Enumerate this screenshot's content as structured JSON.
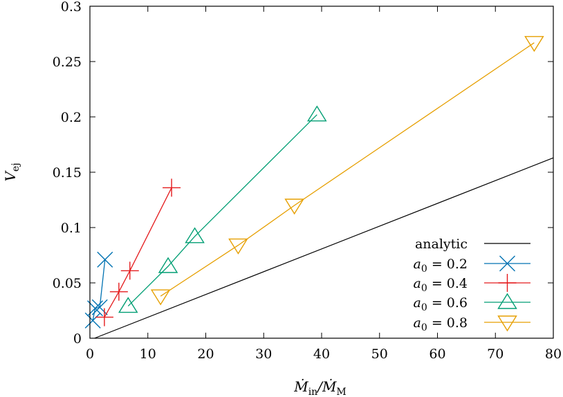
{
  "chart_data": {
    "type": "scatter",
    "xlim": [
      0,
      80
    ],
    "ylim": [
      0,
      0.3
    ],
    "x_ticks": [
      "0",
      "10",
      "20",
      "30",
      "40",
      "50",
      "60",
      "70",
      "80"
    ],
    "y_ticks": [
      "0",
      "0.05",
      "0.1",
      "0.15",
      "0.2",
      "0.25",
      "0.3"
    ],
    "x_tick_values": [
      0,
      10,
      20,
      30,
      40,
      50,
      60,
      70,
      80
    ],
    "y_tick_values": [
      0,
      0.05,
      0.1,
      0.15,
      0.2,
      0.25,
      0.3
    ],
    "xlabel": {
      "main": "Ṁ",
      "sub1": "in",
      "sep": "/Ṁ",
      "sub2": "M"
    },
    "ylabel": {
      "main": "V",
      "sub": "ej"
    },
    "grid": false,
    "legend_position": "bottom-right",
    "analytic": {
      "name": "analytic",
      "color": "#000000",
      "x": [
        0.8,
        80
      ],
      "y": [
        0,
        0.163
      ]
    },
    "series": [
      {
        "name": "a0 = 0.2",
        "label_var": "a",
        "label_sub": "0",
        "label_rest": " = 0.2",
        "color": "#0072B2",
        "marker": "x",
        "x": [
          0.5,
          0.9,
          1.7,
          2.6
        ],
        "y": [
          0.016,
          0.027,
          0.028,
          0.071
        ]
      },
      {
        "name": "a0 = 0.4",
        "label_var": "a",
        "label_sub": "0",
        "label_rest": " = 0.4",
        "color": "#E41A1C",
        "marker": "+",
        "x": [
          2.5,
          5.0,
          6.9,
          14.1
        ],
        "y": [
          0.019,
          0.042,
          0.061,
          0.136
        ]
      },
      {
        "name": "a0 = 0.6",
        "label_var": "a",
        "label_sub": "0",
        "label_rest": " = 0.6",
        "color": "#009E73",
        "marker": "triangle-up",
        "x": [
          6.6,
          13.5,
          18.1,
          39.2
        ],
        "y": [
          0.029,
          0.065,
          0.092,
          0.202
        ]
      },
      {
        "name": "a0 = 0.8",
        "label_var": "a",
        "label_sub": "0",
        "label_rest": " = 0.8",
        "color": "#E69F00",
        "marker": "triangle-down",
        "x": [
          12.2,
          25.6,
          35.3,
          76.7
        ],
        "y": [
          0.038,
          0.084,
          0.12,
          0.267
        ]
      }
    ]
  }
}
